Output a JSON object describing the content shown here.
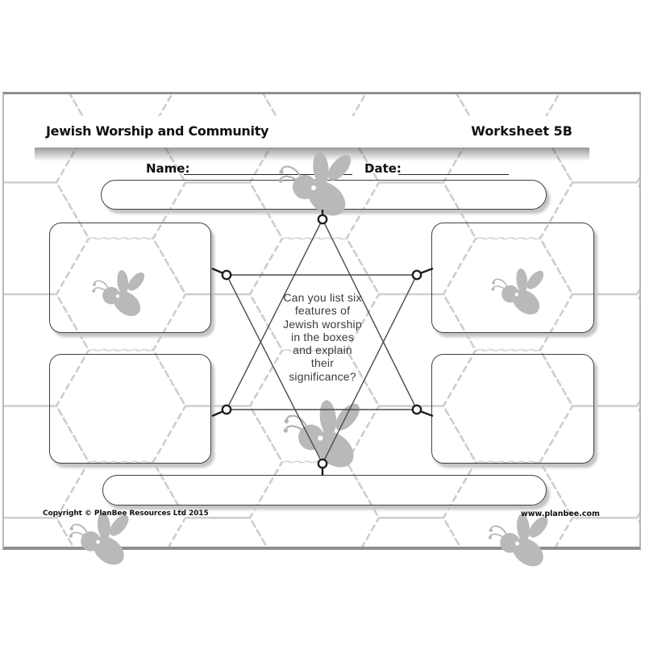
{
  "header": {
    "title": "Jewish Worship and Community",
    "worksheet_label": "Worksheet 5B"
  },
  "fields": {
    "name_label": "Name:",
    "name_value": "",
    "date_label": "Date:",
    "date_value": ""
  },
  "star_prompt": {
    "full_text": "Can you list six features of Jewish worship in the boxes and explain their significance?",
    "lines": [
      "Can you list six",
      "features of",
      "Jewish worship",
      "in the boxes",
      "and explain",
      "their",
      "significance?"
    ]
  },
  "answer_boxes": [
    {
      "id": "strip-top",
      "value": ""
    },
    {
      "id": "box-top-left",
      "value": ""
    },
    {
      "id": "box-top-right",
      "value": ""
    },
    {
      "id": "box-bottom-left",
      "value": ""
    },
    {
      "id": "box-bottom-right",
      "value": ""
    },
    {
      "id": "strip-bottom",
      "value": ""
    }
  ],
  "footer": {
    "copyright": "Copyright © PlanBee Resources Ltd 2015",
    "website": "www.planbee.com"
  },
  "icons": {
    "bee": "bee-icon",
    "diagram": "star-of-david-diagram"
  },
  "colors": {
    "outline": "#3f3f3f",
    "star_line": "#4a4a4a",
    "pattern_dash": "#cdcdcd",
    "bee_fill": "#b9b9b9",
    "shadow": "#c4c4c4",
    "prompt_text": "#3b3b3b",
    "card_border": "#8f8f8f"
  }
}
